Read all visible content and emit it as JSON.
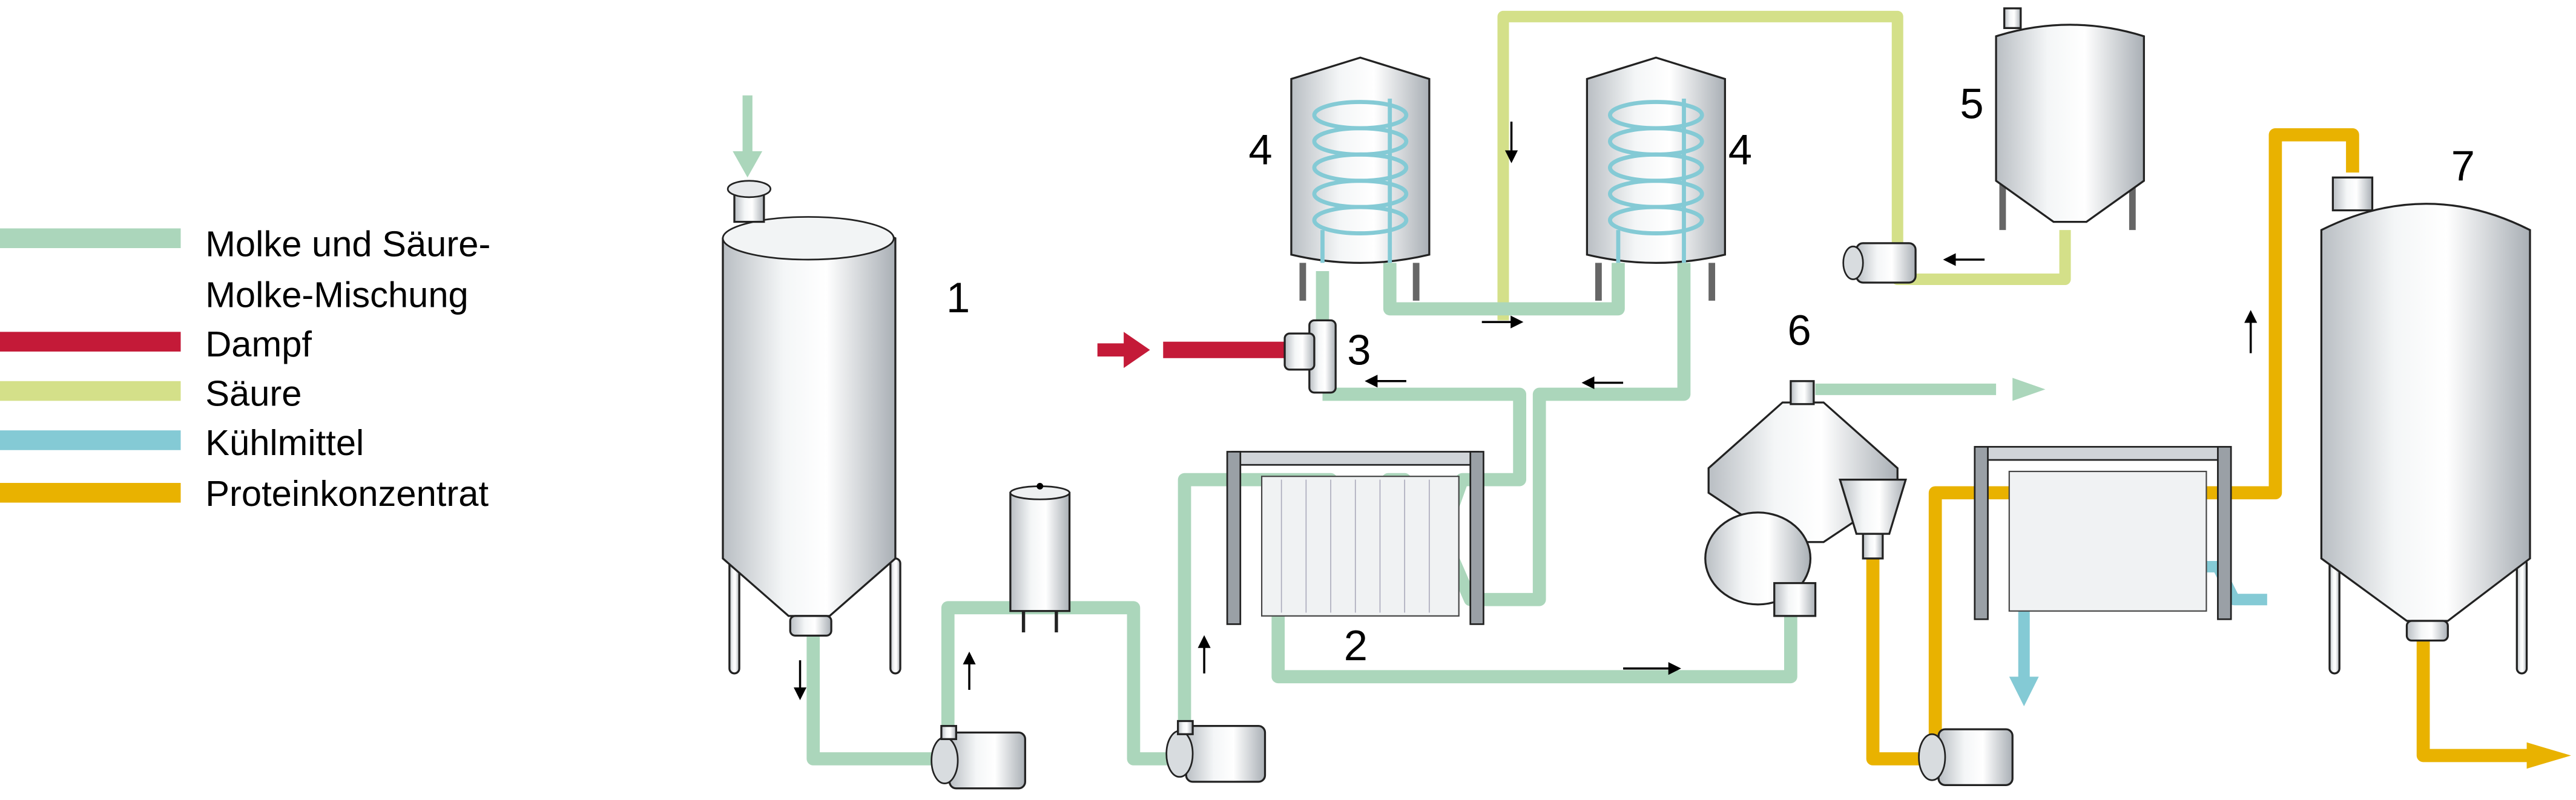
{
  "legend": [
    {
      "label_line1": "Molke und Säure-",
      "label_line2": "Molke-Mischung",
      "color": "#abd6bb"
    },
    {
      "label": "Dampf",
      "color": "#c41a38"
    },
    {
      "label": "Säure",
      "color": "#d4e089"
    },
    {
      "label": "Kühlmittel",
      "color": "#84cad5"
    },
    {
      "label": "Proteinkonzentrat",
      "color": "#e9b200"
    }
  ],
  "labels": {
    "tank1": "1",
    "heat_exchanger": "2",
    "steam_injector": "3",
    "holding_tank_left": "4",
    "holding_tank_right": "4",
    "acid_tank": "5",
    "separator": "6",
    "concentrate_tank": "7"
  }
}
